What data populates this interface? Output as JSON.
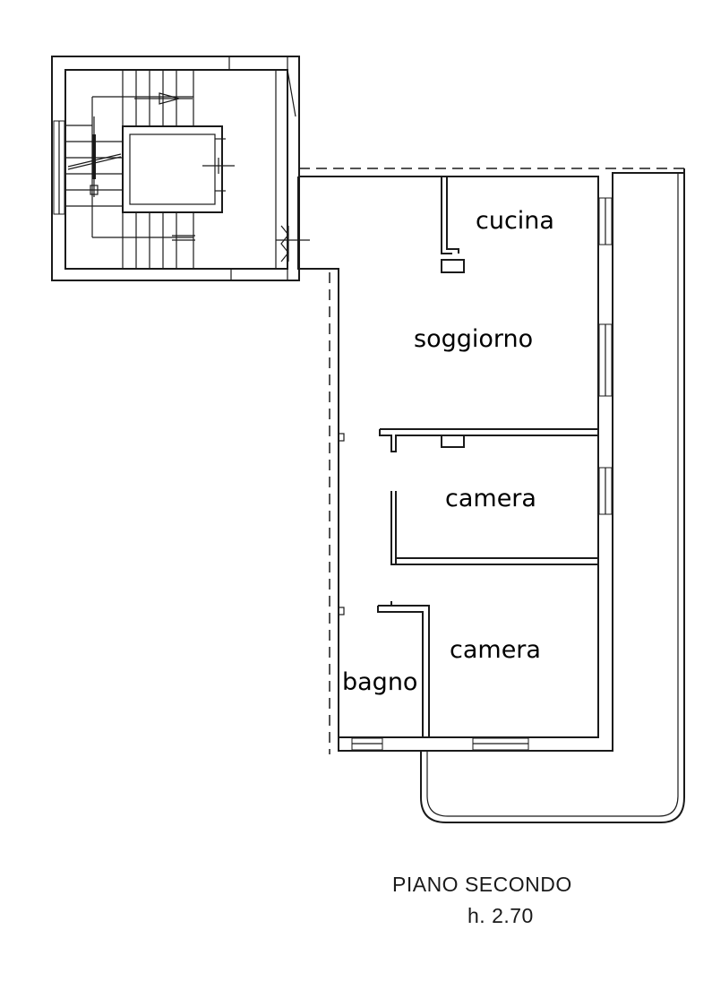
{
  "rooms": {
    "cucina": "cucina",
    "soggiorno": "soggiorno",
    "camera_1": "camera",
    "camera_2": "camera",
    "bagno": "bagno"
  },
  "caption": {
    "floor": "PIANO SECONDO",
    "height": "h. 2.70"
  }
}
